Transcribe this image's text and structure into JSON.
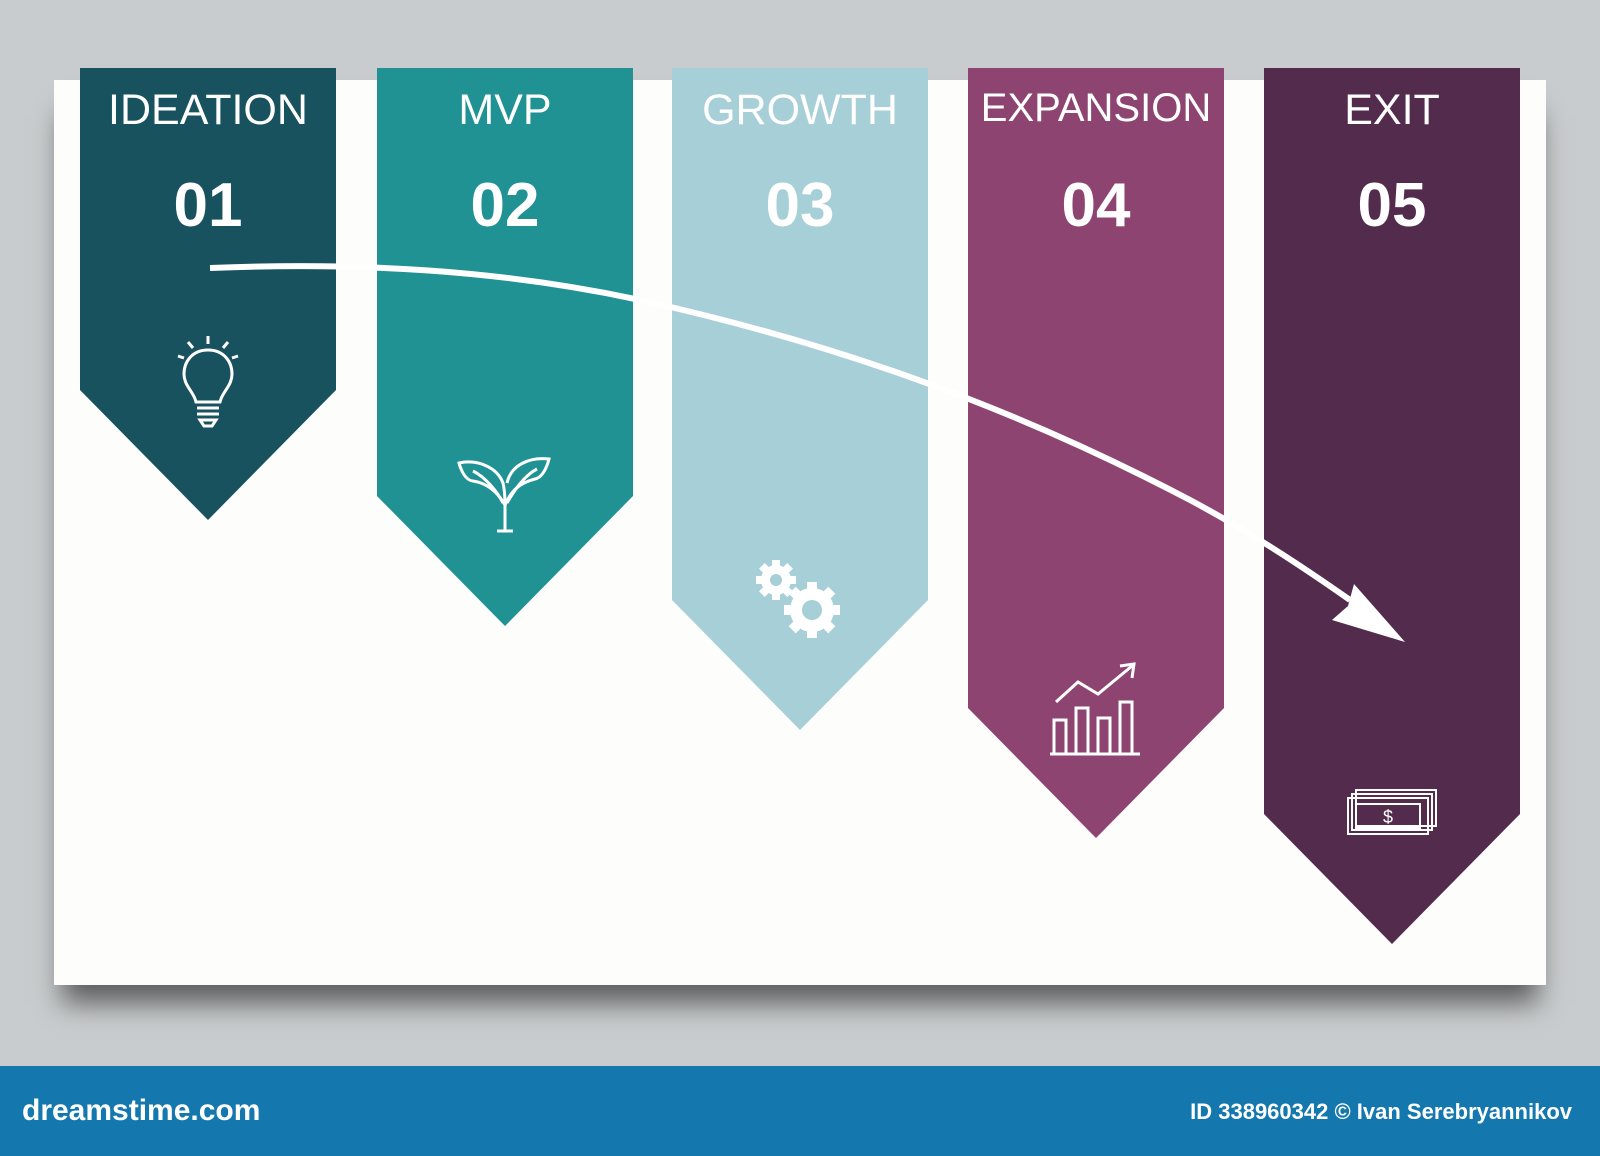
{
  "stages": [
    {
      "title": "IDEATION",
      "number": "01",
      "color": "#17525e",
      "icon": "lightbulb-icon"
    },
    {
      "title": "MVP",
      "number": "02",
      "color": "#219294",
      "icon": "sprout-icon"
    },
    {
      "title": "GROWTH",
      "number": "03",
      "color": "#a6cfd8",
      "icon": "gears-icon"
    },
    {
      "title": "EXPANSION",
      "number": "04",
      "color": "#8e4470",
      "icon": "bar-chart-growth-icon"
    },
    {
      "title": "EXIT",
      "number": "05",
      "color": "#532c4d",
      "icon": "money-bill-icon"
    }
  ],
  "money_symbol": "$",
  "watermark": {
    "brand": "dreamstime.com",
    "credit": "ID 338960342 © Ivan Serebryannikov"
  },
  "colors": {
    "background": "#c9ccce",
    "card": "#fdfdfb",
    "footer": "#1478ae",
    "arrow": "#ffffff"
  }
}
